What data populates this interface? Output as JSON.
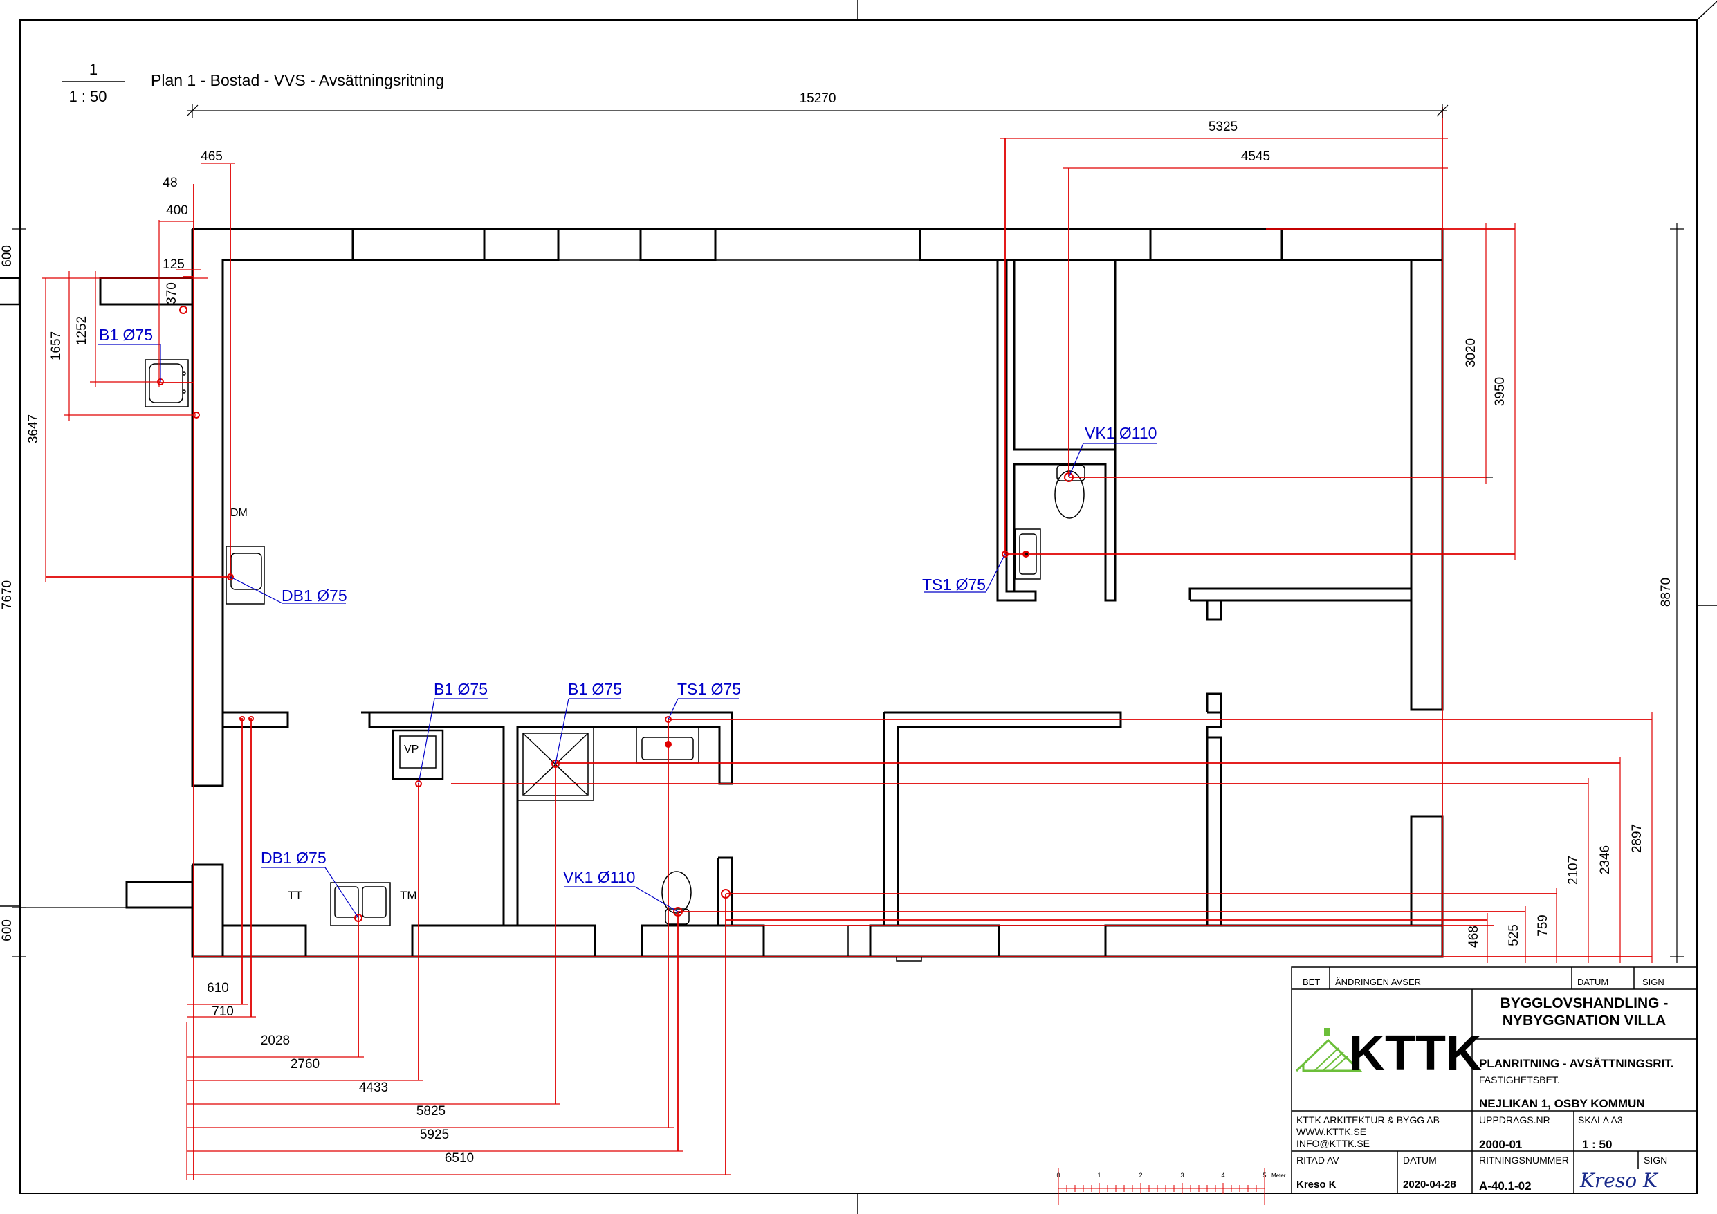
{
  "view": {
    "number": "1",
    "scale": "1 : 50",
    "title": "Plan 1 - Bostad - VVS - Avsättningsritning"
  },
  "dimensions": {
    "top_total": "15270",
    "top_right_1": "5325",
    "top_right_2": "4545",
    "left_465": "465",
    "left_48": "48",
    "left_400": "400",
    "left_125": "125",
    "left_370": "370",
    "left_1252": "1252",
    "left_1657": "1657",
    "left_3647": "3647",
    "edge_600_top": "600",
    "edge_7670": "7670",
    "edge_600_bottom": "600",
    "right_3020": "3020",
    "right_3950": "3950",
    "right_8870": "8870",
    "bottom_610": "610",
    "bottom_710": "710",
    "bottom_2028": "2028",
    "bottom_2760": "2760",
    "bottom_4433": "4433",
    "bottom_5825": "5825",
    "bottom_5925": "5925",
    "bottom_6510": "6510",
    "right_468": "468",
    "right_525": "525",
    "right_759": "759",
    "right_2107": "2107",
    "right_2346": "2346",
    "right_2897": "2897"
  },
  "pipe_labels": {
    "b1_wc": "B1 Ø75",
    "db1_left": "DB1 Ø75",
    "vk1_top": "VK1 Ø110",
    "ts1_top": "TS1 Ø75",
    "b1_vp": "B1 Ø75",
    "b1_shower": "B1 Ø75",
    "ts1_bath": "TS1 Ø75",
    "db1_kitchen": "DB1 Ø75",
    "vk1_bath": "VK1 Ø110"
  },
  "room_labels": {
    "dm": "DM",
    "vp": "VP",
    "tt": "TT",
    "tm": "TM"
  },
  "title_block": {
    "bet": "BET",
    "andringen": "ÄNDRINGEN AVSER",
    "datum_head": "DATUM",
    "sign_head": "SIGN",
    "project_line1": "BYGGLOVSHANDLING -",
    "project_line2": "NYBYGGNATION VILLA",
    "logo_text": "KTTK",
    "drawing_type": "PLANRITNING - AVSÄTTNINGSRIT.",
    "fastighet_label": "FASTIGHETSBET.",
    "fastighet_value": "NEJLIKAN 1, OSBY KOMMUN",
    "company": "KTTK ARKITEKTUR & BYGG AB",
    "web": "WWW.KTTK.SE",
    "email": "INFO@KTTK.SE",
    "uppdrag_label": "UPPDRAGS.NR",
    "uppdrag_value": "2000-01",
    "skala_label": "SKALA A3",
    "skala_value": "1 : 50",
    "ritad_label": "RITAD AV",
    "ritad_value": "Kreso K",
    "datum_label": "DATUM",
    "datum_value": "2020-04-28",
    "ritningsnr_label": "RITNINGSNUMMER",
    "ritningsnr_value": "A-40.1-02",
    "sign_label": "SIGN",
    "signature": "Kreso K"
  },
  "scale_bar": {
    "ticks": [
      "0",
      "1",
      "2",
      "3",
      "4",
      "5"
    ],
    "unit": "Meter"
  },
  "colors": {
    "pipe": "#e00000",
    "label": "#0000c8",
    "wall": "#000000",
    "logo_green": "#6cbf3a"
  }
}
